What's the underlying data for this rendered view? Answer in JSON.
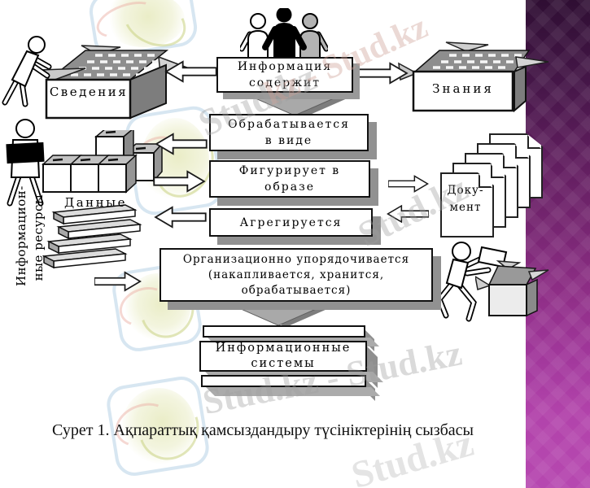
{
  "watermark": {
    "brand": "Stud.kz",
    "brand_pair": "Stud.kz - Stud.kz",
    "brand_fragment": "kz - Stud.kz"
  },
  "caption": "Сурет 1. Ақпараттық қамсыздандыру түсініктерінің сызбасы",
  "diagram": {
    "info_box": {
      "line1": "Информация",
      "line2": "содержит"
    },
    "svedeniya_label": "Сведения",
    "znaniya_label": "Знания",
    "dannye_label": "Данные",
    "resources_label": {
      "line1": "Информацион-",
      "line2": "ные ресурсы"
    },
    "flow_boxes": [
      {
        "line1": "Обрабатывается",
        "line2": "в виде"
      },
      {
        "line1": "Фигурирует в",
        "line2": "образе"
      },
      {
        "line1": "Агрегируется",
        "line2": ""
      }
    ],
    "document_label": {
      "line1": "Доку-",
      "line2": "мент"
    },
    "org_box": {
      "line1": "Организационно упорядочивается",
      "line2": "(накапливается, хранится,",
      "line3": "обрабатывается)"
    },
    "systems_box": {
      "line1": "Информационные",
      "line2": "системы"
    }
  },
  "colors": {
    "panel_top": "#2f0e33",
    "panel_bottom": "#b648b0",
    "box_shadow": "#919191",
    "watermark_gray": "#9e9e9e"
  }
}
